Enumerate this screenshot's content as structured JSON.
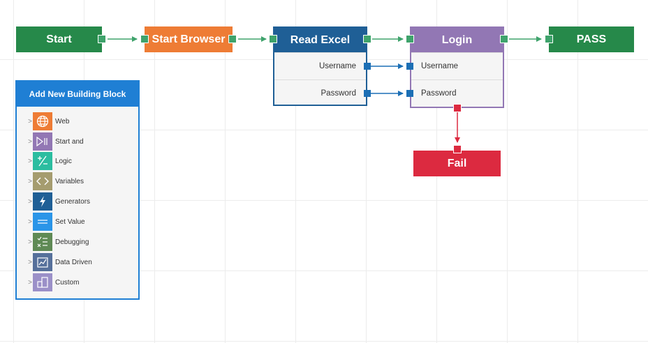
{
  "flow": {
    "start": "Start",
    "start_browser": "Start Browser",
    "read_excel": {
      "title": "Read Excel",
      "outputs": [
        "Username",
        "Password"
      ]
    },
    "login": {
      "title": "Login",
      "inputs": [
        "Username",
        "Password"
      ]
    },
    "pass": "PASS",
    "fail": "Fail"
  },
  "panel": {
    "title": "Add New Building Block",
    "items": [
      {
        "label": "Web",
        "icon": "globe-icon",
        "color": "#ee7c35"
      },
      {
        "label": "Start and",
        "icon": "play-pause-icon",
        "color": "#9277b4"
      },
      {
        "label": "Logic",
        "icon": "plus-minus-icon",
        "color": "#2bbda0"
      },
      {
        "label": "Variables",
        "icon": "angle-brackets-icon",
        "color": "#a59c6f"
      },
      {
        "label": "Generators",
        "icon": "lightning-icon",
        "color": "#1f5f96"
      },
      {
        "label": "Set Value",
        "icon": "equals-icon",
        "color": "#2a95e8"
      },
      {
        "label": "Debugging",
        "icon": "checklist-icon",
        "color": "#5f8a55"
      },
      {
        "label": "Data Driven",
        "icon": "chart-icon",
        "color": "#56709b"
      },
      {
        "label": "Custom",
        "icon": "devices-icon",
        "color": "#9b90c8"
      }
    ]
  },
  "colors": {
    "success": "#26894a",
    "browser": "#ee7c35",
    "excel": "#1f5f96",
    "login": "#9277b4",
    "fail": "#dc2a40",
    "panel": "#1f7fd4"
  }
}
